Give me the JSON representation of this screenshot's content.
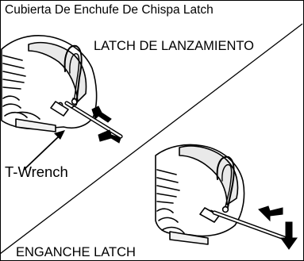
{
  "labels": {
    "title": "Cubierta De Enchufe De Chispa Latch",
    "release_latch": "LATCH DE LANZAMIENTO",
    "t_wrench": "T-Wrench",
    "engage_latch": "ENGANCHE LATCH"
  },
  "colors": {
    "ink": "#000000",
    "background": "#ffffff"
  },
  "icons": {
    "release_arrows": "double-arrow-icon",
    "engage_arrows": "double-arrow-icon",
    "pointer": "pointer-arrow-icon"
  }
}
